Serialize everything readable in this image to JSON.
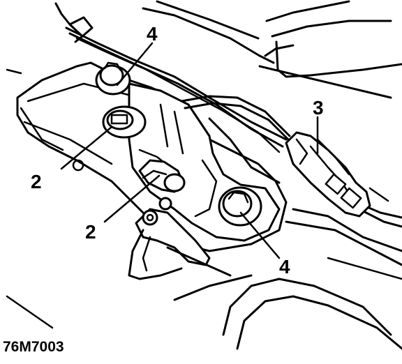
{
  "diagram": {
    "figure_code": "76M7003",
    "callouts": [
      {
        "id": "callout-4-top",
        "label": "4"
      },
      {
        "id": "callout-3",
        "label": "3"
      },
      {
        "id": "callout-2-upper",
        "label": "2"
      },
      {
        "id": "callout-2-lower",
        "label": "2"
      },
      {
        "id": "callout-4-bottom",
        "label": "4"
      }
    ],
    "colors": {
      "ink": "#000000",
      "paper": "#ffffff"
    }
  }
}
